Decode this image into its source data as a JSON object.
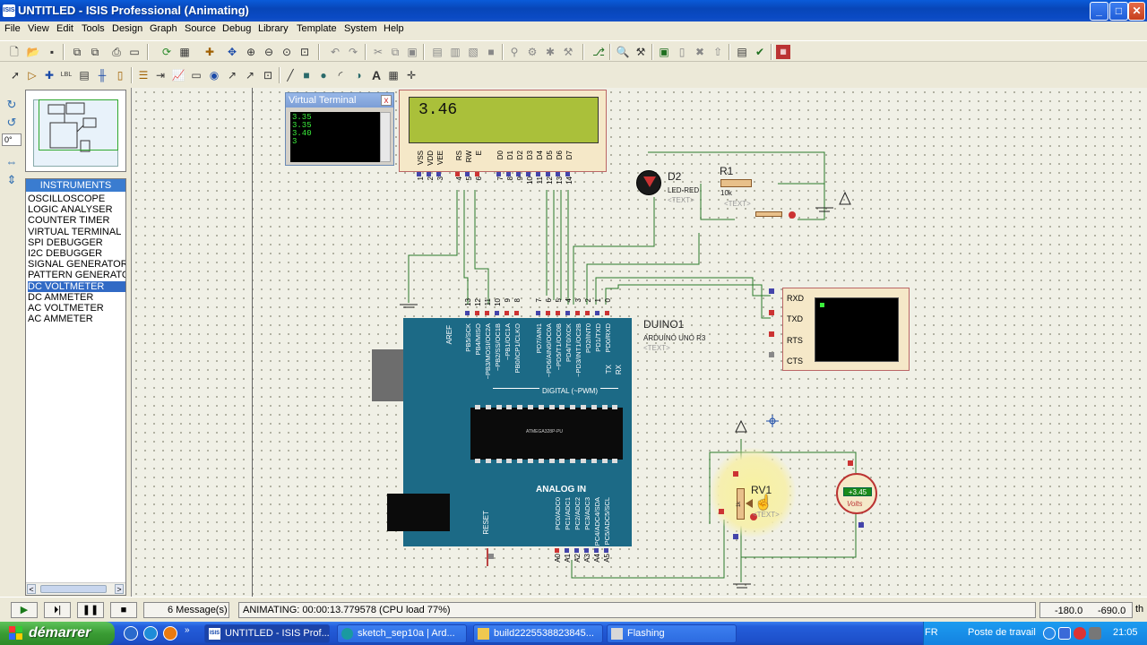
{
  "window": {
    "app_icon_text": "ISIS",
    "title": "UNTITLED - ISIS Professional (Animating)",
    "btn_minimize": "_",
    "btn_maximize": "□",
    "btn_close": "✕"
  },
  "menu": [
    "File",
    "View",
    "Edit",
    "Tools",
    "Design",
    "Graph",
    "Source",
    "Debug",
    "Library",
    "Template",
    "System",
    "Help"
  ],
  "toolbar1_icons": [
    "new-icon",
    "open-icon",
    "save-icon",
    "import-icon",
    "export-icon",
    "print-icon",
    "print-area-icon",
    "refresh-icon",
    "grid-icon",
    "origin-icon",
    "pan-icon",
    "zoom-in-icon",
    "zoom-out-icon",
    "zoom-all-icon",
    "zoom-area-icon",
    "undo-icon",
    "redo-icon",
    "cut-icon",
    "copy-icon",
    "paste-icon",
    "block-copy-icon",
    "block-move-icon",
    "block-rotate-icon",
    "block-delete-icon",
    "pick-device-icon",
    "make-device-icon",
    "package-icon",
    "decompose-icon",
    "wire-autorouter-icon",
    "search-icon",
    "property-tool-icon",
    "design-explorer-icon",
    "new-sheet-icon",
    "remove-sheet-icon",
    "exit-to-parent-icon",
    "bom-icon",
    "electrical-check-icon",
    "netlist-to-ares-icon"
  ],
  "toolbar2_icons": [
    "select-mode-icon",
    "component-mode-icon",
    "junction-icon",
    "wire-label-icon",
    "text-script-icon",
    "bus-icon",
    "subcircuit-icon",
    "terminal-icon",
    "device-pin-icon",
    "graph-icon",
    "tape-icon",
    "generator-icon",
    "voltage-probe-icon",
    "current-probe-icon",
    "virtual-instrument-icon",
    "line-icon",
    "box-icon",
    "circle-icon",
    "arc-icon",
    "path-icon",
    "text-icon",
    "symbol-icon",
    "marker-icon"
  ],
  "left_tools": [
    "rotate-cw-icon",
    "rotate-ccw-icon",
    "mirror-x-icon",
    "mirror-y-icon"
  ],
  "rotation_value": "0°",
  "instruments": {
    "header": "INSTRUMENTS",
    "items": [
      "OSCILLOSCOPE",
      "LOGIC ANALYSER",
      "COUNTER TIMER",
      "VIRTUAL TERMINAL",
      "SPI DEBUGGER",
      "I2C DEBUGGER",
      "SIGNAL GENERATOR",
      "PATTERN GENERATOR",
      "DC VOLTMETER",
      "DC AMMETER",
      "AC VOLTMETER",
      "AC AMMETER"
    ],
    "selected_index": 8
  },
  "virtual_terminal": {
    "title": "Virtual Terminal",
    "close": "x",
    "lines": [
      "3.35",
      "3.35",
      "3.40",
      "3"
    ]
  },
  "lcd": {
    "display_text": "3.46",
    "pins": [
      "VSS",
      "VDD",
      "VEE",
      "RS",
      "RW",
      "E",
      "D0",
      "D1",
      "D2",
      "D3",
      "D4",
      "D5",
      "D6",
      "D7"
    ],
    "pin_numbers": [
      "1",
      "2",
      "3",
      "4",
      "5",
      "6",
      "7",
      "8",
      "9",
      "10",
      "11",
      "12",
      "13",
      "14"
    ]
  },
  "led": {
    "ref": "D2",
    "value": "LED-RED",
    "text": "<TEXT>"
  },
  "resistor": {
    "ref": "R1",
    "value": "10k",
    "text": "<TEXT>"
  },
  "arduino": {
    "ref": "DUINO1",
    "value": "ARDUINO UNO R3",
    "text": "<TEXT>",
    "aref": "AREF",
    "digital_header_nums": [
      "13",
      "12",
      "11",
      "10",
      "9",
      "8",
      "7",
      "6",
      "5",
      "4",
      "3",
      "2",
      "1",
      "0"
    ],
    "digital_pin_labels": [
      "PB5/SCK",
      "PB4/MISO",
      "~PB3/MOSI/OC2A",
      "~PB2/SS/OC1B",
      "~PB1/OC1A",
      "PB0/ICP1/CLKO",
      "PD7/AIN1",
      "~PD6/AIN0/OC0A",
      "~PD5/T1/OC0B",
      "PD4/T0/XCK",
      "~PD3/INT1/OC2B",
      "PD2/INT0",
      "PD1/TXD",
      "PD0/RXD"
    ],
    "tx": "TX",
    "rx": "RX",
    "digital_label": "DIGITAL (~PWM)",
    "analog_label": "ANALOG IN",
    "reset": "RESET",
    "chip_text": "ATMEGA328P-PU",
    "analog_pin_labels": [
      "PC0/ADC0",
      "PC1/ADC1",
      "PC2/ADC2",
      "PC3/ADC3",
      "PC4/ADC4/SDA",
      "PC5/ADC5/SCL"
    ],
    "analog_header_nums": [
      "A0",
      "A1",
      "A2",
      "A3",
      "A4",
      "A5"
    ]
  },
  "serial_terminal": {
    "pins": [
      "RXD",
      "TXD",
      "RTS",
      "CTS"
    ]
  },
  "potentiometer": {
    "ref": "RV1",
    "value": "1k",
    "text": "<TEXT>"
  },
  "voltmeter": {
    "reading": "+3.45",
    "unit": "Volts"
  },
  "status": {
    "play": "▶",
    "step": "⏵|",
    "pause": "❚❚",
    "stop": "■",
    "messages": "6 Message(s)",
    "animating": "ANIMATING: 00:00:13.779578 (CPU load 77%)",
    "coord_x": "-180.0",
    "coord_y": "-690.0",
    "units": "th"
  },
  "taskbar": {
    "start": "démarrer",
    "tasks": [
      "UNTITLED - ISIS Prof...",
      "sketch_sep10a | Ard...",
      "build2225538823845...",
      "Flashing"
    ],
    "lang": "FR",
    "workstation": "Poste de travail",
    "time": "21:05"
  }
}
